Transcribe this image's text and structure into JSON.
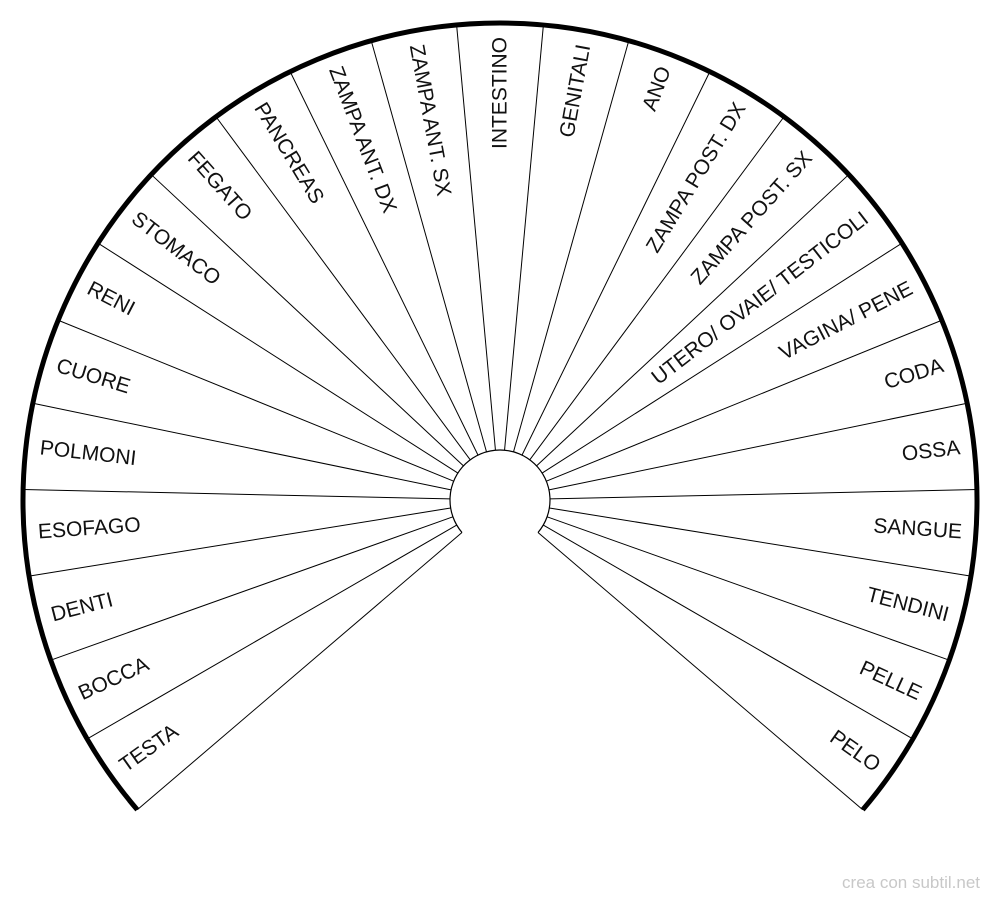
{
  "pendulum_chart": {
    "labels_clockwise_from_bottom_left": [
      "TESTA",
      "BOCCA",
      "DENTI",
      "ESOFAGO",
      "POLMONI",
      "CUORE",
      "RENI",
      "STOMACO",
      "FEGATO",
      "PANCREAS",
      "ZAMPA ANT. DX",
      "ZAMPA ANT. SX",
      "INTESTINO",
      "GENITALI",
      "ANO",
      "ZAMPA POST. DX",
      "ZAMPA POST. SX",
      "UTERO/ OVAIE/ TESTICOLI",
      "VAGINA/ PENE",
      "CODA",
      "OSSA",
      "SANGUE",
      "TENDINI",
      "PELLE",
      "PELO"
    ],
    "stroke_color": "#000000"
  },
  "credit": "crea con subtil.net"
}
